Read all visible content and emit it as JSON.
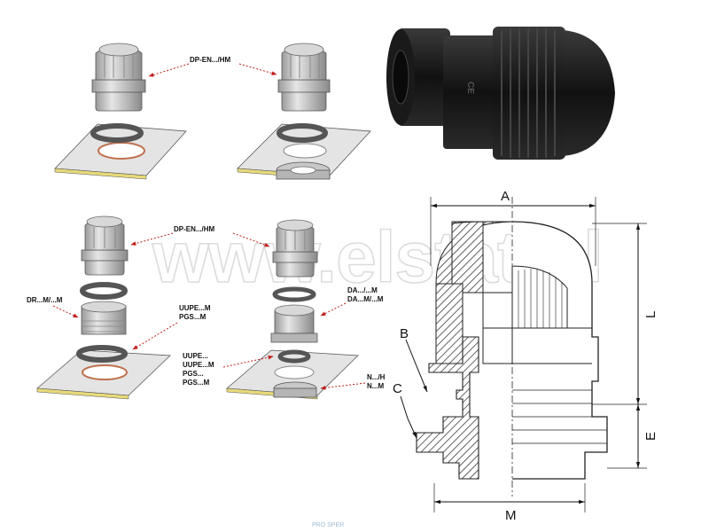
{
  "watermark": "www.elstat.pl",
  "footer_logo": "PRO SPER",
  "labels": {
    "dp_en_hm": "DP-EN.../HM",
    "dr_m": "DR...M/...M",
    "uupe_pgs_short_1": "UUPE...M",
    "uupe_pgs_short_2": "PGS...M",
    "da_1": "DA.../...M",
    "da_2": "DA...M/...M",
    "uupe_long_1": "UUPE...",
    "uupe_long_2": "UUPE...M",
    "uupe_long_3": "PGS...",
    "uupe_long_4": "PGS...M",
    "nut_1": "N.../H",
    "nut_2": "N...M"
  },
  "dimensions": {
    "a": "A",
    "b": "B",
    "c": "C",
    "l": "L",
    "e": "E",
    "m": "M"
  },
  "colors": {
    "gland_grey": "#c8c8c8",
    "gland_dark": "#8c8c8c",
    "copper_edge": "#c0704f",
    "yellow_edge": "#e8d97a",
    "arrow_red": "#c0201c",
    "hatch": "#222222",
    "photo_black": "#1e1e1e"
  }
}
